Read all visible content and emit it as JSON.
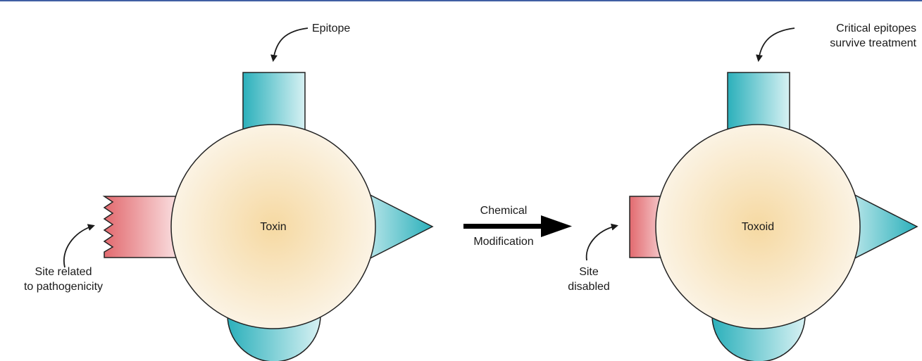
{
  "left_panel": {
    "center_label": "Toxin",
    "top_callout": "Epitope",
    "side_callout": [
      "Site related",
      "to pathogenicity"
    ]
  },
  "transition": {
    "label_top": "Chemical",
    "label_bottom": "Modification"
  },
  "right_panel": {
    "center_label": "Toxoid",
    "top_callout": [
      "Critical epitopes",
      "survive treatment"
    ],
    "side_callout": [
      "Site",
      "disabled"
    ]
  },
  "colors": {
    "top_rule": "#3f5ea3",
    "circle_center": "#f6d9a2",
    "circle_edge": "#fbf3e4",
    "teal_dark": "#2bb0bb",
    "teal_light": "#d7f1f3",
    "pink_dark": "#e26a6f",
    "pink_light": "#fbe6e7",
    "outline": "#222222"
  },
  "icons": {
    "transition_arrow": "right-arrow-icon",
    "callout_arrows": "curved-arrow-icon"
  }
}
